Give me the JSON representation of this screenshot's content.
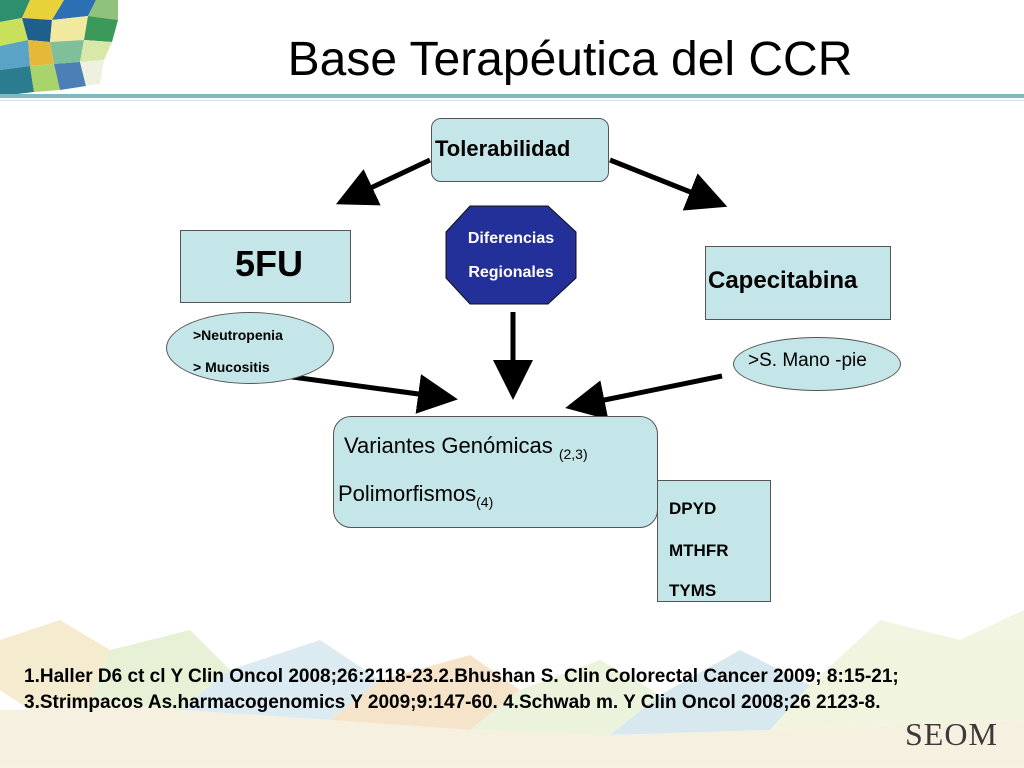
{
  "slide": {
    "title": "Base Terapéutica del CCR"
  },
  "diagram": {
    "top_node": "Tolerabilidad",
    "left_node": "5FU",
    "right_node": "Capecitabina",
    "center_node": {
      "line1": "Diferencias",
      "line2": "Regionales"
    },
    "left_effects": {
      "line1": ">Neutropenia",
      "line2": "> Mucositis"
    },
    "right_effect": ">S. Mano -pie",
    "genomic_box": {
      "line1": "Variantes Genómicas",
      "line1_sub": "(2,3)",
      "line2": "Polimorfismos",
      "line2_sub": "(4)"
    },
    "genes": [
      "DPYD",
      "MTHFR",
      "TYMS"
    ]
  },
  "references": "1.Haller D6 ct cl Y Clin Oncol 2008;26:2118-23.2.Bhushan S. Clin Colorectal Cancer 2009; 8:15-21; 3.Strimpacos As.harmacogenomics Y 2009;9:147-60. 4.Schwab m. Y Clin Oncol 2008;26 2123-8.",
  "logo_text": "SEOM",
  "colors": {
    "box_fill": "#c4e6e8",
    "octagon_fill": "#23309a",
    "octagon_text": "#ffffff",
    "arrow": "#000000",
    "rule": "#7fb7c4"
  }
}
